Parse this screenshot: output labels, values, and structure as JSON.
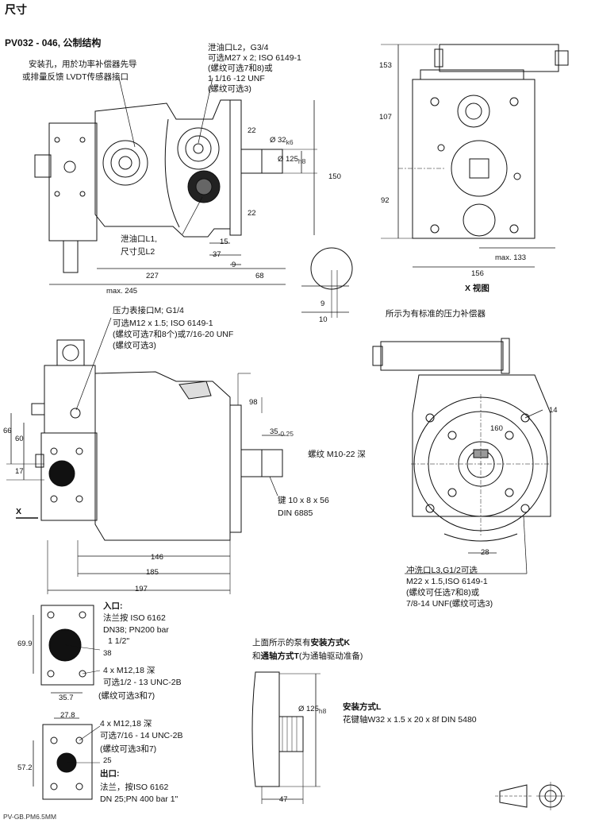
{
  "header": {
    "title": "尺寸",
    "subtitle": "PV032 - 046, 公制结构"
  },
  "top_view": {
    "callout_mount": [
      "安装孔，用於功率补偿器先导",
      "或排量反馈 LVDT传感器接口"
    ],
    "callout_drain_l2": [
      "泄油口L2，G3/4",
      "可选M27 x 2; ISO 6149-1",
      "(螺纹可选7和8)或",
      "1 1/16 -12 UNF",
      "(螺纹可选3)"
    ],
    "callout_drain_l1": [
      "泄油口L1,",
      "尺寸见L2"
    ],
    "dims": {
      "d22a": "22",
      "d32": "Ø 32",
      "d32_sub": "k6",
      "d125": "Ø 125",
      "d125_sub": "h8",
      "d150": "150",
      "d22b": "22",
      "d15": "15",
      "d37": "37",
      "d9": "9",
      "d227": "227",
      "d68": "68",
      "max245": "max. 245",
      "d9b": "9",
      "d10": "10"
    }
  },
  "x_view": {
    "label": "X 视图",
    "dims": {
      "d153": "153",
      "d107": "107",
      "d92": "92",
      "max133": "max. 133",
      "d156": "156"
    }
  },
  "side_view": {
    "callout_gauge": [
      "压力表接口M; G1/4",
      "可选M12 x 1.5; ISO 6149-1",
      "(螺纹可选7和8个)或7/16-20 UNF",
      "(螺纹可选3)"
    ],
    "thread": "螺纹 M10-22 深",
    "key": [
      "键 10 x 8 x 56",
      "DIN 6885"
    ],
    "x_marker": "X",
    "dims": {
      "d98": "98",
      "d35": "35",
      "d35_tol": "-0.25",
      "d66": "66",
      "d60": "60",
      "d17": "17",
      "d146": "146",
      "d185": "185",
      "d197": "197"
    }
  },
  "front_view": {
    "caption": "所示为有标准的压力补偿器",
    "callout_flush": [
      "冲洗口L3,G1/2可选",
      "M22 x 1.5,ISO 6149-1",
      "(螺纹可任选7和8)或",
      "7/8-14 UNF(螺纹可选3)"
    ],
    "dims": {
      "d14": "14",
      "d160": "160",
      "d28": "28"
    }
  },
  "inlet": {
    "title": "入口:",
    "lines": [
      "法兰按 ISO 6162",
      "DN38; PN200 bar",
      "1 1/2\""
    ],
    "bolts": [
      "4 x M12,18 深",
      "可选1/2 - 13 UNC-2B",
      "(螺纹可选3和7)"
    ],
    "dims": {
      "d69_9": "69.9",
      "d38": "38",
      "d35_7": "35.7"
    }
  },
  "outlet": {
    "bolts": [
      "4 x M12,18 深",
      "可选7/16 - 14 UNC-2B",
      "(螺纹可选3和7)"
    ],
    "title": "出口:",
    "lines": [
      "法兰，按ISO 6162",
      "DN 25;PN 400 bar 1\""
    ],
    "dims": {
      "d27_8": "27.8",
      "d57_2": "57.2",
      "d25": "25"
    }
  },
  "spline": {
    "note_pre": "上面所示的泵有",
    "note_bold1": "安装方式K",
    "note_and": "和",
    "note_bold2": "通轴方式T",
    "note_post": "(为通轴驱动准备)",
    "mount_title": "安装方式L",
    "mount_desc": "花键轴W32 x 1.5 x 20 x 8f DIN 5480",
    "dims": {
      "d125": "Ø 125",
      "d125_sub": "h8",
      "d47": "47"
    }
  },
  "footer": {
    "code": "PV-GB.PM6.5MM"
  }
}
